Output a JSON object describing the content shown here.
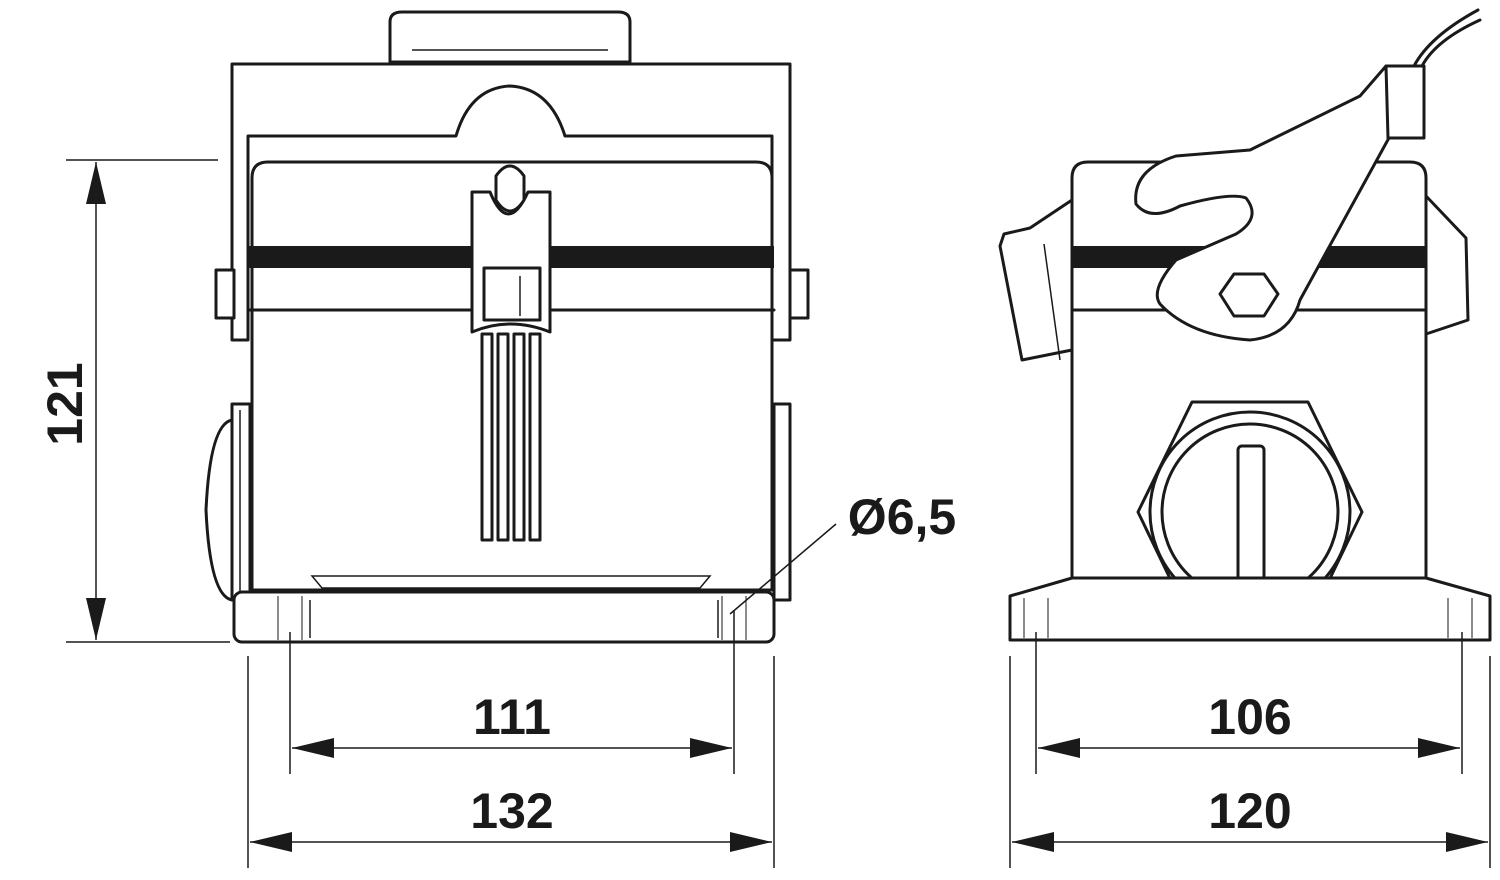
{
  "dimensions": {
    "height": "121",
    "front_mount_spacing": "111",
    "front_width": "132",
    "hole_diameter": "Ø6,5",
    "side_mount_spacing": "106",
    "side_width": "120"
  },
  "colors": {
    "ink": "#1a1a1a",
    "paper": "#ffffff"
  }
}
